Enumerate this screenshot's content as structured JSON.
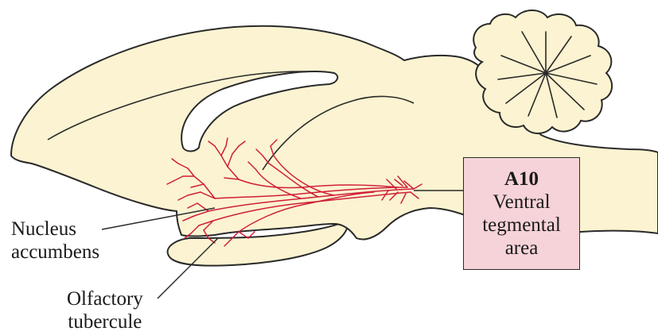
{
  "colors": {
    "brain_fill": "#fbf3d1",
    "brain_outline": "#2a2a2a",
    "pathway": "#cf1f3a",
    "vta_box_fill": "#f6d3d8",
    "text": "#1a1a1a"
  },
  "labels": {
    "nucleus_accumbens": [
      "Nucleus",
      "accumbens"
    ],
    "olfactory_tubercule": [
      "Olfactory",
      "tubercule"
    ],
    "vta": {
      "code": "A10",
      "name_lines": [
        "Ventral",
        "tegmental",
        "area"
      ]
    }
  }
}
